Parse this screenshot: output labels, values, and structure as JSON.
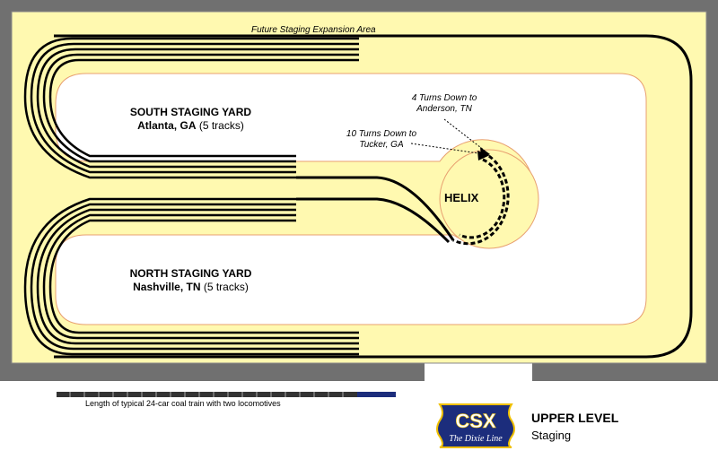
{
  "plan": {
    "expansion_label": "Future Staging Expansion Area",
    "south_yard": {
      "name": "SOUTH STAGING YARD",
      "city": "Atlanta, GA",
      "tracks": "(5 tracks)"
    },
    "north_yard": {
      "name": "NORTH STAGING YARD",
      "city": "Nashville, TN",
      "tracks": "(5 tracks)"
    },
    "helix": "HELIX",
    "note_anderson": {
      "line1": "4 Turns Down to",
      "line2": "Anderson, TN"
    },
    "note_tucker": {
      "line1": "10 Turns Down to",
      "line2": "Tucker, GA"
    }
  },
  "scale_bar": {
    "caption": "Length of typical 24-car coal train with two locomotives"
  },
  "logo": {
    "name": "CSX",
    "slogan": "The Dixie Line"
  },
  "level": {
    "title": "UPPER LEVEL",
    "subtitle": "Staging"
  },
  "colors": {
    "wall": "#707070",
    "benchwork": "#fff9b0",
    "aisle": "#ffffff",
    "track": "#000000",
    "edge": "#e8a070",
    "logo_blue": "#1c2d7c",
    "logo_gold": "#f0c000"
  }
}
